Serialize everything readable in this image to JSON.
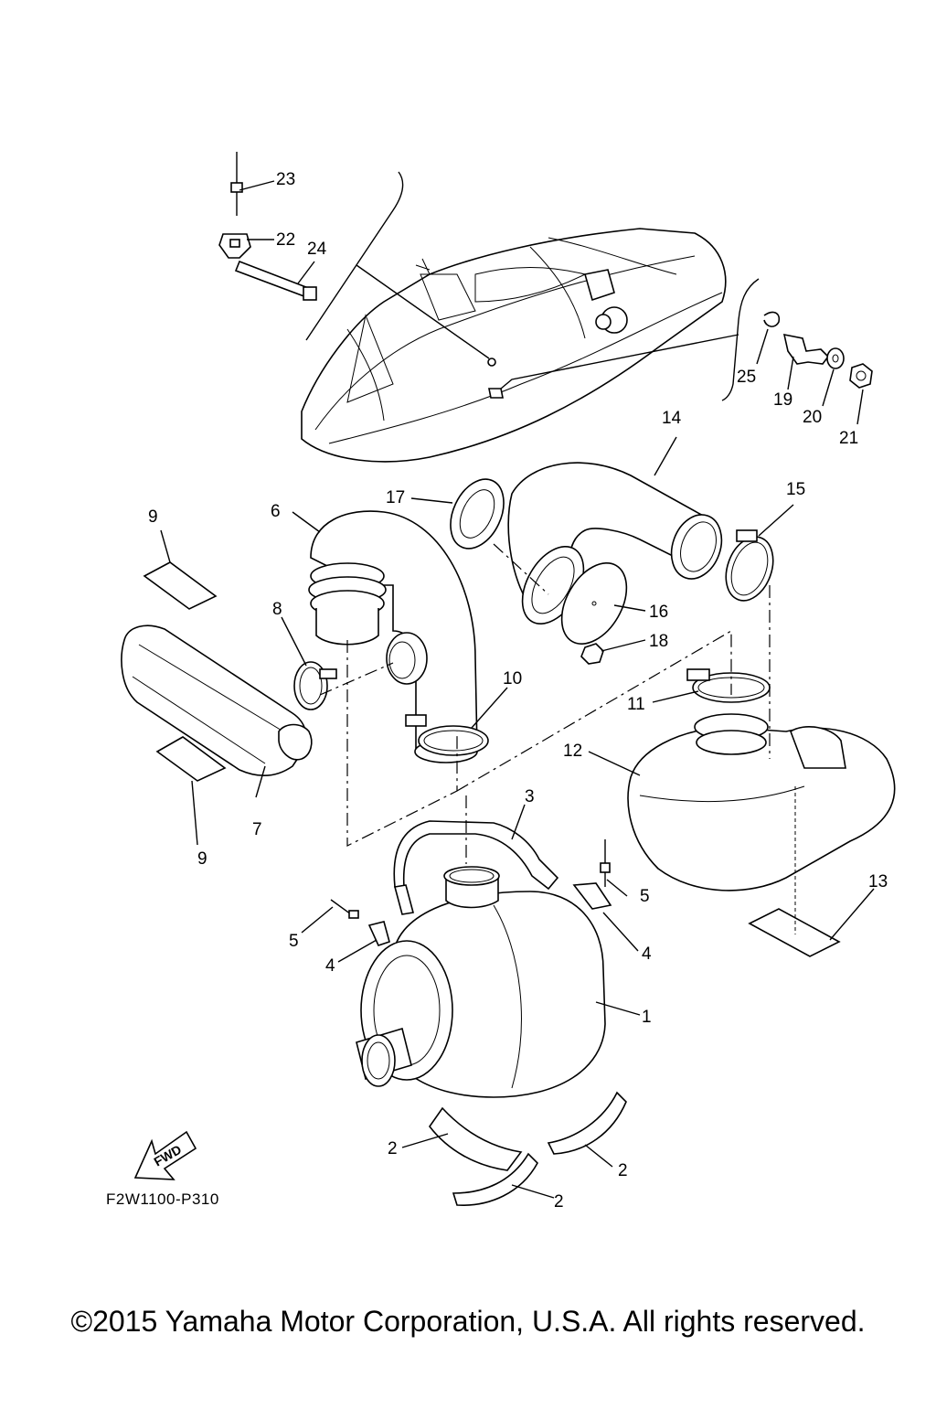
{
  "callouts": [
    {
      "id": "c1",
      "label": "1"
    },
    {
      "id": "c2a",
      "label": "2"
    },
    {
      "id": "c2b",
      "label": "2"
    },
    {
      "id": "c2c",
      "label": "2"
    },
    {
      "id": "c3",
      "label": "3"
    },
    {
      "id": "c4a",
      "label": "4"
    },
    {
      "id": "c4b",
      "label": "4"
    },
    {
      "id": "c5a",
      "label": "5"
    },
    {
      "id": "c5b",
      "label": "5"
    },
    {
      "id": "c6",
      "label": "6"
    },
    {
      "id": "c7",
      "label": "7"
    },
    {
      "id": "c8",
      "label": "8"
    },
    {
      "id": "c9a",
      "label": "9"
    },
    {
      "id": "c9b",
      "label": "9"
    },
    {
      "id": "c10",
      "label": "10"
    },
    {
      "id": "c11",
      "label": "11"
    },
    {
      "id": "c12",
      "label": "12"
    },
    {
      "id": "c13",
      "label": "13"
    },
    {
      "id": "c14",
      "label": "14"
    },
    {
      "id": "c15",
      "label": "15"
    },
    {
      "id": "c16",
      "label": "16"
    },
    {
      "id": "c17",
      "label": "17"
    },
    {
      "id": "c18",
      "label": "18"
    },
    {
      "id": "c19",
      "label": "19"
    },
    {
      "id": "c20",
      "label": "20"
    },
    {
      "id": "c21",
      "label": "21"
    },
    {
      "id": "c22",
      "label": "22"
    },
    {
      "id": "c23",
      "label": "23"
    },
    {
      "id": "c24",
      "label": "24"
    },
    {
      "id": "c25",
      "label": "25"
    }
  ],
  "fwd_label": "FWD",
  "diagram_code": "F2W1100-P310",
  "copyright": "©2015 Yamaha Motor Corporation, U.S.A. All rights reserved."
}
